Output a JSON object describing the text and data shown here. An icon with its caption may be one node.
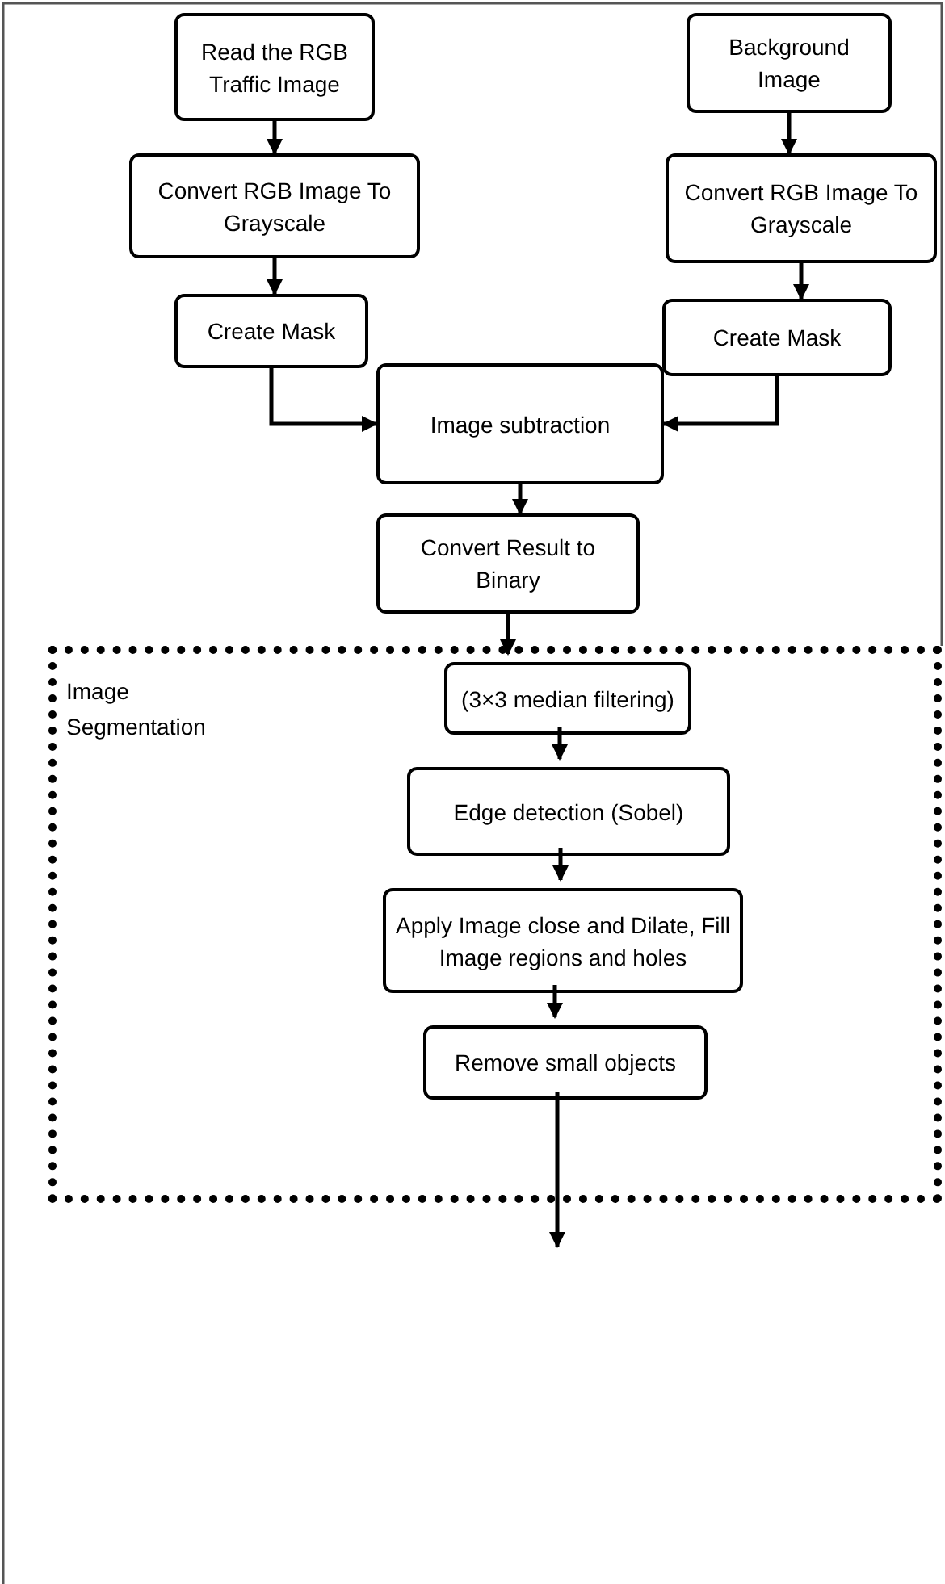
{
  "diagram": {
    "nodes": [
      {
        "text": [
          "Read the RGB Traffic Image"
        ]
      },
      {
        "text": [
          "Background Image"
        ]
      },
      {
        "text": [
          "Convert RGB Image To Grayscale"
        ]
      },
      {
        "text": [
          "Convert RGB Image To Grayscale"
        ]
      },
      {
        "text": [
          "Create Mask"
        ]
      },
      {
        "text": [
          "Create Mask"
        ]
      },
      {
        "text": [
          "Image subtraction"
        ]
      },
      {
        "text": [
          "Convert Result to Binary"
        ]
      },
      {
        "text": [
          "Image Segmentation"
        ]
      },
      {
        "text": [
          "(3×3 median filtering)"
        ],
        "in": 8
      },
      {
        "text": [
          "Edge detection (Sobel)"
        ],
        "in": 8
      },
      {
        "text": [
          "Apply Image close and Dilate, Fill Image regions and holes"
        ],
        "in": 8
      },
      {
        "text": [
          "Remove small objects"
        ],
        "in": 8
      }
    ],
    "edges": [
      {
        "from": 0,
        "to": 2,
        "arrow": "to"
      },
      {
        "from": 1,
        "to": 3,
        "arrow": "to"
      },
      {
        "from": 2,
        "to": 4,
        "arrow": "to"
      },
      {
        "from": 3,
        "to": 5,
        "arrow": "to"
      },
      {
        "from": 4,
        "to": 6,
        "arrow": "to"
      },
      {
        "from": 5,
        "to": 6,
        "arrow": "to"
      },
      {
        "from": 6,
        "to": 7,
        "arrow": "to"
      },
      {
        "from": 7,
        "to": 9,
        "arrow": "to"
      },
      {
        "from": 9,
        "to": 10,
        "arrow": "to"
      },
      {
        "from": 10,
        "to": 11,
        "arrow": "to"
      },
      {
        "from": 11,
        "to": 12,
        "arrow": "to"
      },
      {
        "from": 12,
        "to": null,
        "arrow": "to"
      }
    ]
  }
}
